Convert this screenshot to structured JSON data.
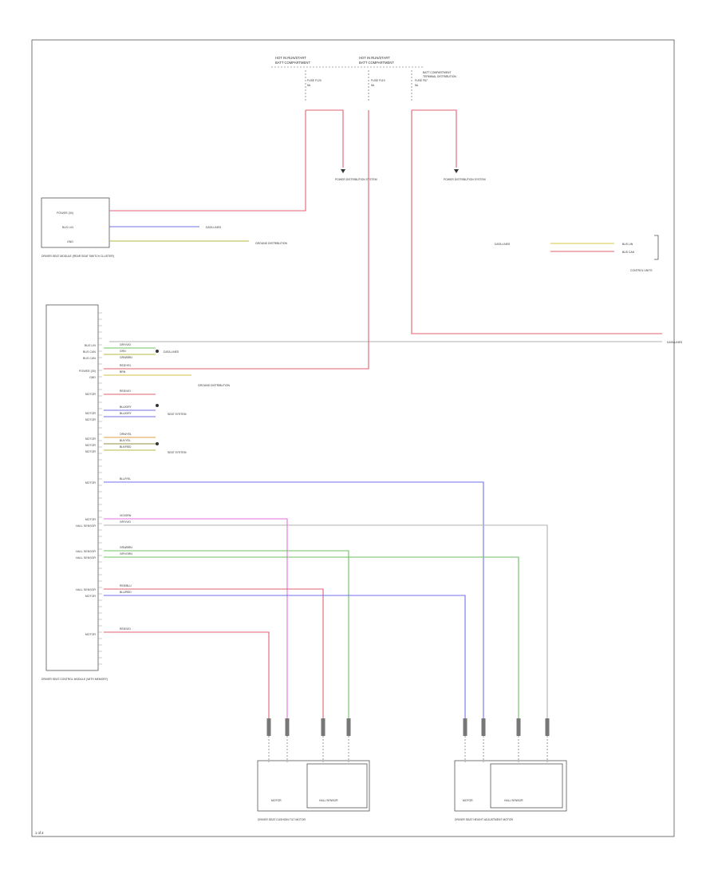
{
  "page_number": "1 of 2",
  "top_supplies": [
    {
      "id": "hot_run_1",
      "line1": "HOT IN RUN/START",
      "line2": "BATT COMPARTMENT"
    },
    {
      "id": "hot_run_2",
      "line1": "HOT IN RUN/START",
      "line2": "BATT COMPARTMENT"
    },
    {
      "id": "hot_always",
      "line1": "BATT COMPARTMENT",
      "line2": "TERMINAL DISTRIBUTION"
    }
  ],
  "fuses": {
    "f1": {
      "label": "FUSE F120",
      "amps": "5A"
    },
    "f2": {
      "label": "FUSE F119",
      "amps": "5A"
    },
    "f3": {
      "label": "FUSE F87",
      "amps": "5A"
    }
  },
  "power_dist_1": "POWER DISTRIBUTION SYSTEM",
  "power_dist_2": "POWER DISTRIBUTION SYSTEM",
  "driver_module": {
    "title": "DRIVER SEAT MODULE (REAR SEAT SWITCH CLUSTER)",
    "pins": [
      "POWER (30)",
      "BUS LIN",
      "GND"
    ],
    "targets": [
      "DATA LINES",
      "GROUND DISTRIBUTION"
    ]
  },
  "right_conn": {
    "label": "CONTROL UNITS",
    "pins": [
      "BUS LIN",
      "BUS CAN"
    ],
    "source": "DATA LINES",
    "dest": "DATA LINES"
  },
  "main_module": {
    "title": "DRIVER SEAT CONTROL MODULE (WITH MEMORY)",
    "pin_labels": [
      "BUS LIN",
      "BUS CAN",
      "BUS CAN",
      "POWER (30)",
      "GND",
      "MOTOR",
      "MOTOR",
      "MOTOR",
      "MOTOR",
      "MOTOR",
      "MOTOR",
      "MOTOR",
      "MOTOR",
      "HALL SENSOR",
      "HALL SENSOR",
      "HALL SENSOR",
      "HALL SENSOR",
      "MOTOR",
      "MOTOR"
    ],
    "wire_colors": [
      "GRY/VIO",
      "GRN",
      "GRN/BRN",
      "RED/YEL",
      "BRN",
      "RED/VIO",
      "BLU/GRY",
      "BLU/GRY",
      "ORN/YEL",
      "BLK/YEL",
      "BLK/RED",
      "BLU/YEL",
      "VIO/GRN",
      "GRY/VIO",
      "GRN/BRN",
      "GRY/GRN",
      "RED/BLU",
      "BLU/RED",
      "RED/VIO"
    ],
    "aux_targets": [
      "DATA LINES",
      "GROUND DISTRIBUTION",
      "SEAT SYSTEM",
      "SEAT SYSTEM"
    ]
  },
  "bottom_motors": [
    {
      "title": "DRIVER SEAT CUSHION TILT MOTOR",
      "motor": "MOTOR",
      "sensor": "HALL SENSOR"
    },
    {
      "title": "DRIVER SEAT HEIGHT ADJUSTMENT MOTOR",
      "motor": "MOTOR",
      "sensor": "HALL SENSOR"
    }
  ]
}
